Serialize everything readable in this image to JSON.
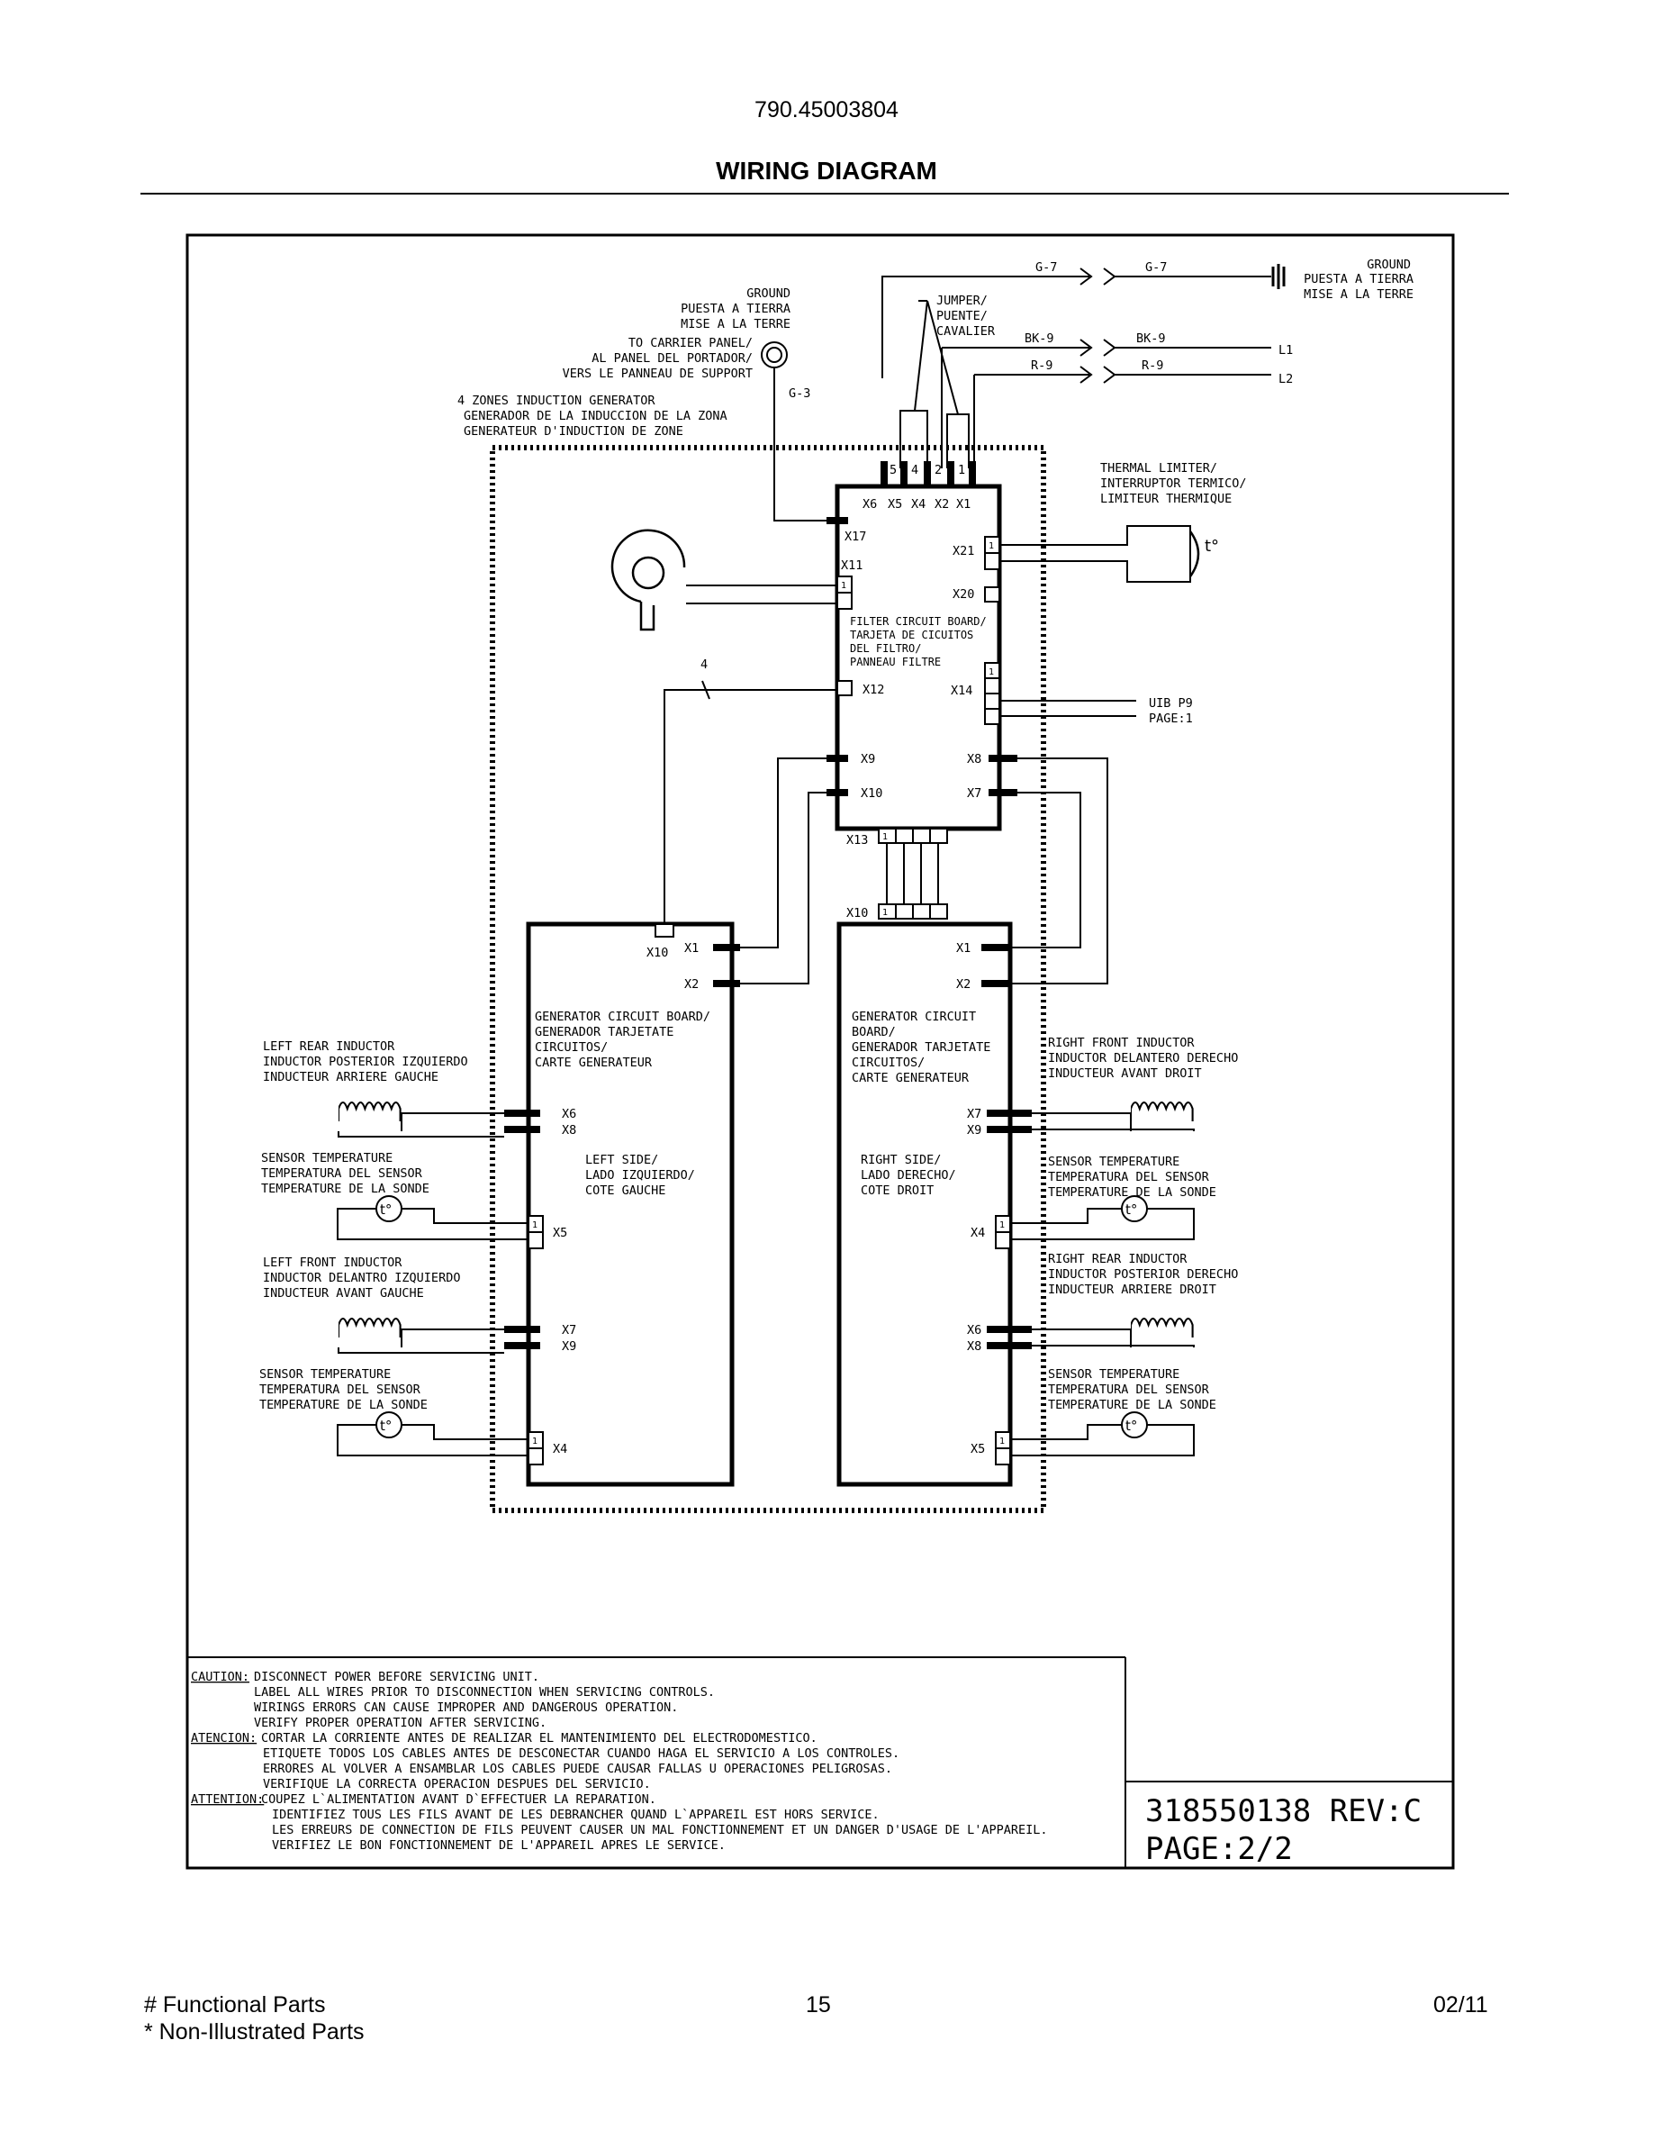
{
  "header": {
    "doc_number": "790.45003804",
    "title": "WIRING DIAGRAM"
  },
  "supply": {
    "ground_wire": "G-7",
    "ground_label": [
      "GROUND",
      "PUESTA A TIERRA",
      "MISE A LA TERRE"
    ],
    "bk_wire": "BK-9",
    "r_wire": "R-9",
    "l1": "L1",
    "l2": "L2",
    "jumper": [
      "JUMPER/",
      "PUENTE/",
      "CAVALIER"
    ]
  },
  "carrier_ground": {
    "label": [
      "GROUND",
      "PUESTA A TIERRA",
      "MISE A LA TERRE",
      "TO CARRIER PANEL/",
      "AL PANEL DEL PORTADOR/",
      "VERS LE PANNEAU DE SUPPORT"
    ],
    "wire": "G-3"
  },
  "generator_label": [
    "4 ZONES INDUCTION GENERATOR",
    "GENERADOR DE LA INDUCCION DE LA ZONA",
    "GENERATEUR D'INDUCTION DE ZONE"
  ],
  "filter_board": {
    "label": [
      "FILTER CIRCUIT BOARD/",
      "TARJETA DE CICUITOS",
      "DEL FILTRO/",
      "PANNEAU FILTRE"
    ],
    "terminals": {
      "x6": "X6",
      "x5": "X5",
      "x4": "X4",
      "x2": "X2",
      "x1": "X1",
      "x17": "X17",
      "x11": "X11",
      "x21": "X21",
      "x20": "X20",
      "x12": "X12",
      "x14": "X14",
      "x9": "X9",
      "x8": "X8",
      "x10": "X10",
      "x7": "X7",
      "x13": "X13"
    },
    "pin_numbers": [
      "5",
      "4",
      "2",
      "1"
    ],
    "pin_one": "1",
    "wire_count": "4"
  },
  "thermal_limiter": {
    "label": [
      "THERMAL LIMITER/",
      "INTERRUPTOR TERMICO/",
      "LIMITEUR THERMIQUE"
    ],
    "symbol": "t°"
  },
  "uib": [
    "UIB P9",
    "PAGE:1"
  ],
  "left_board": {
    "label": [
      "GENERATOR CIRCUIT BOARD/",
      "GENERADOR TARJETATE",
      "CIRCUITOS/",
      "CARTE GENERATEUR"
    ],
    "side": [
      "LEFT SIDE/",
      "LADO IZQUIERDO/",
      "COTE GAUCHE"
    ],
    "terminals": {
      "x10": "X10",
      "x1": "X1",
      "x2": "X2",
      "x6": "X6",
      "x8": "X8",
      "x5": "X5",
      "x7": "X7",
      "x9": "X9",
      "x4": "X4"
    }
  },
  "right_board": {
    "label": [
      "GENERATOR CIRCUIT",
      "BOARD/",
      "GENERADOR TARJETATE",
      "CIRCUITOS/",
      "CARTE GENERATEUR"
    ],
    "side": [
      "RIGHT SIDE/",
      "LADO DERECHO/",
      "COTE DROIT"
    ],
    "terminals": {
      "x10": "X10",
      "x1": "X1",
      "x2": "X2",
      "x7": "X7",
      "x9": "X9",
      "x4": "X4",
      "x6": "X6",
      "x8": "X8",
      "x5": "X5"
    }
  },
  "components": {
    "left_rear_inductor": [
      "LEFT REAR INDUCTOR",
      "INDUCTOR POSTERIOR IZQUIERDO",
      "INDUCTEUR ARRIERE GAUCHE"
    ],
    "left_sensor_1": [
      "SENSOR TEMPERATURE",
      "TEMPERATURA DEL SENSOR",
      "TEMPERATURE DE LA SONDE"
    ],
    "left_front_inductor": [
      "LEFT FRONT INDUCTOR",
      "INDUCTOR DELANTRO IZQUIERDO",
      "INDUCTEUR AVANT GAUCHE"
    ],
    "left_sensor_2": [
      "SENSOR TEMPERATURE",
      "TEMPERATURA DEL SENSOR",
      "TEMPERATURE DE LA SONDE"
    ],
    "right_front_inductor": [
      "RIGHT FRONT INDUCTOR",
      "INDUCTOR DELANTERO DERECHO",
      "INDUCTEUR AVANT DROIT"
    ],
    "right_sensor_1": [
      "SENSOR TEMPERATURE",
      "TEMPERATURA DEL SENSOR",
      "TEMPERATURE DE LA SONDE"
    ],
    "right_rear_inductor": [
      "RIGHT REAR INDUCTOR",
      "INDUCTOR POSTERIOR DERECHO",
      "INDUCTEUR ARRIERE DROIT"
    ],
    "right_sensor_2": [
      "SENSOR TEMPERATURE",
      "TEMPERATURA DEL SENSOR",
      "TEMPERATURE DE LA SONDE"
    ],
    "sensor_symbol": "t°"
  },
  "notes": [
    {
      "tag": "CAUTION:",
      "lines": [
        "DISCONNECT POWER BEFORE SERVICING UNIT.",
        "LABEL ALL WIRES PRIOR TO DISCONNECTION WHEN SERVICING CONTROLS.",
        "WIRINGS ERRORS CAN CAUSE IMPROPER AND DANGEROUS OPERATION.",
        "VERIFY PROPER OPERATION AFTER SERVICING."
      ]
    },
    {
      "tag": "ATENCION:",
      "lines": [
        "CORTAR LA CORRIENTE ANTES DE REALIZAR EL MANTENIMIENTO DEL ELECTRODOMESTICO.",
        "ETIQUETE TODOS LOS CABLES ANTES DE DESCONECTAR CUANDO HAGA EL SERVICIO A LOS CONTROLES.",
        "ERRORES AL VOLVER A ENSAMBLAR LOS CABLES PUEDE CAUSAR FALLAS U OPERACIONES PELIGROSAS.",
        "VERIFIQUE LA CORRECTA OPERACION DESPUES DEL SERVICIO."
      ]
    },
    {
      "tag": "ATTENTION:",
      "lines": [
        "COUPEZ L`ALIMENTATION AVANT D`EFFECTUER LA REPARATION.",
        "IDENTIFIEZ TOUS LES FILS AVANT DE LES DEBRANCHER QUAND L`APPAREIL EST HORS SERVICE.",
        "LES ERREURS DE CONNECTION DE FILS PEUVENT CAUSER UN MAL FONCTIONNEMENT ET UN DANGER D'USAGE DE L'APPAREIL.",
        "VERIFIEZ LE BON FONCTIONNEMENT DE L'APPAREIL APRES LE SERVICE."
      ]
    }
  ],
  "title_block": {
    "part_rev": "318550138 REV:C",
    "page": "PAGE:2/2"
  },
  "footer": {
    "legend_1": "# Functional Parts",
    "legend_2": "* Non-Illustrated Parts",
    "page_number": "15",
    "date": "02/11"
  }
}
